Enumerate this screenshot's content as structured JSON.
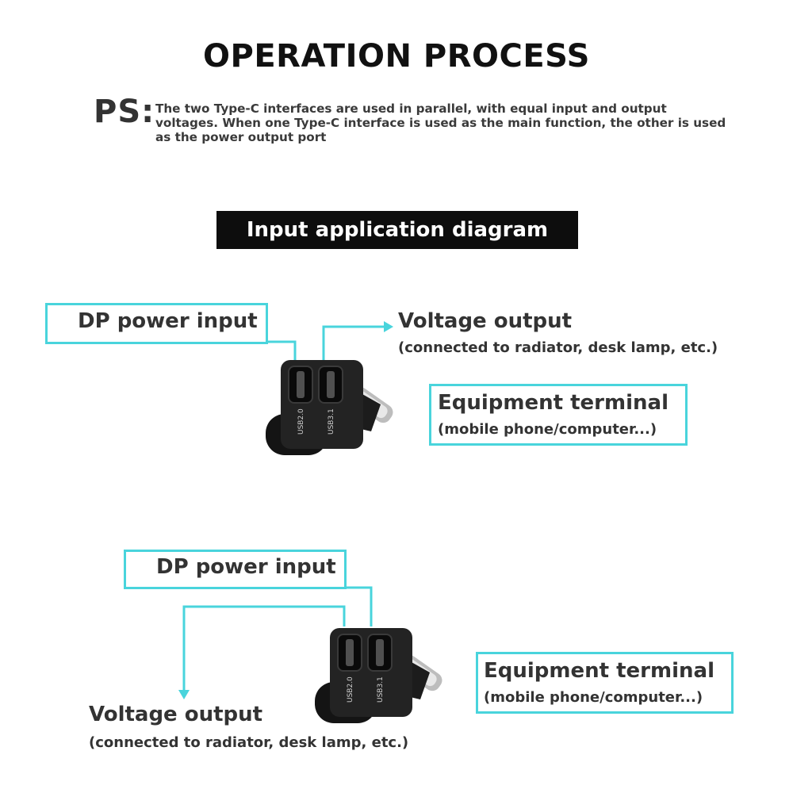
{
  "title": "OPERATION PROCESS",
  "ps": {
    "label": "PS:",
    "text": "The two Type-C interfaces are used in parallel, with equal input and output voltages. When one Type-C interface is used as the main function, the other is used as the power output port"
  },
  "banner": "Input application diagram",
  "diagram1": {
    "dp_input": "DP power input",
    "voltage_output": "Voltage output",
    "voltage_output_note": "(connected to radiator, desk lamp, etc.)",
    "equipment": "Equipment terminal",
    "equipment_note": "(mobile phone/computer...)",
    "port_labels": [
      "USB2.0",
      "USB3.1"
    ]
  },
  "diagram2": {
    "dp_input": "DP power input",
    "voltage_output": "Voltage output",
    "voltage_output_note": "(connected to radiator, desk lamp, etc.)",
    "equipment": "Equipment terminal",
    "equipment_note": "(mobile phone/computer...)",
    "port_labels": [
      "USB2.0",
      "USB3.1"
    ]
  },
  "colors": {
    "accent": "#49d4dc",
    "adapter": "#1c1c1c",
    "banner_bg": "#0d0d0d"
  }
}
